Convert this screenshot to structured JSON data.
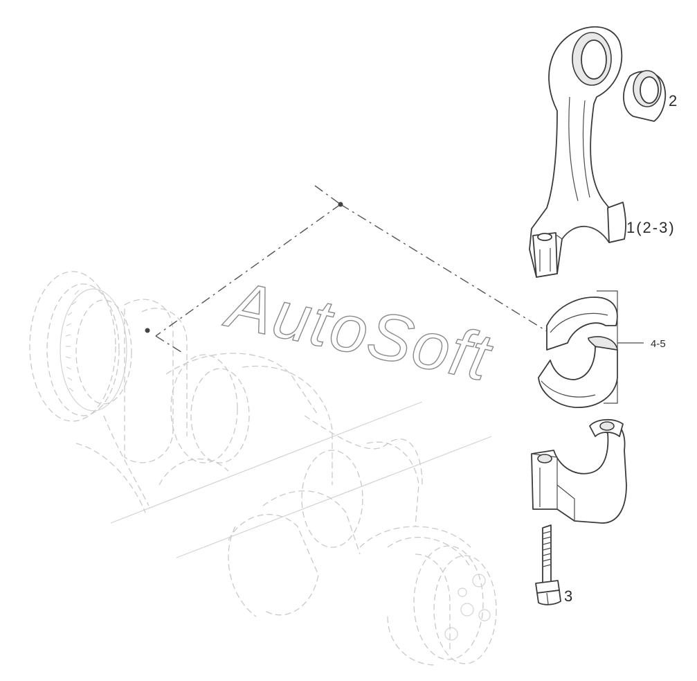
{
  "callouts": {
    "bushing": "2",
    "connecting_rod": "1(2-3)",
    "bearing_shells": "4-5",
    "bolt": "3"
  },
  "watermark": {
    "text": "AutoSoft"
  },
  "colors": {
    "line": "#3a3a3a",
    "ghost": "#c9c9c9",
    "watermark": "#8a8a8a"
  }
}
